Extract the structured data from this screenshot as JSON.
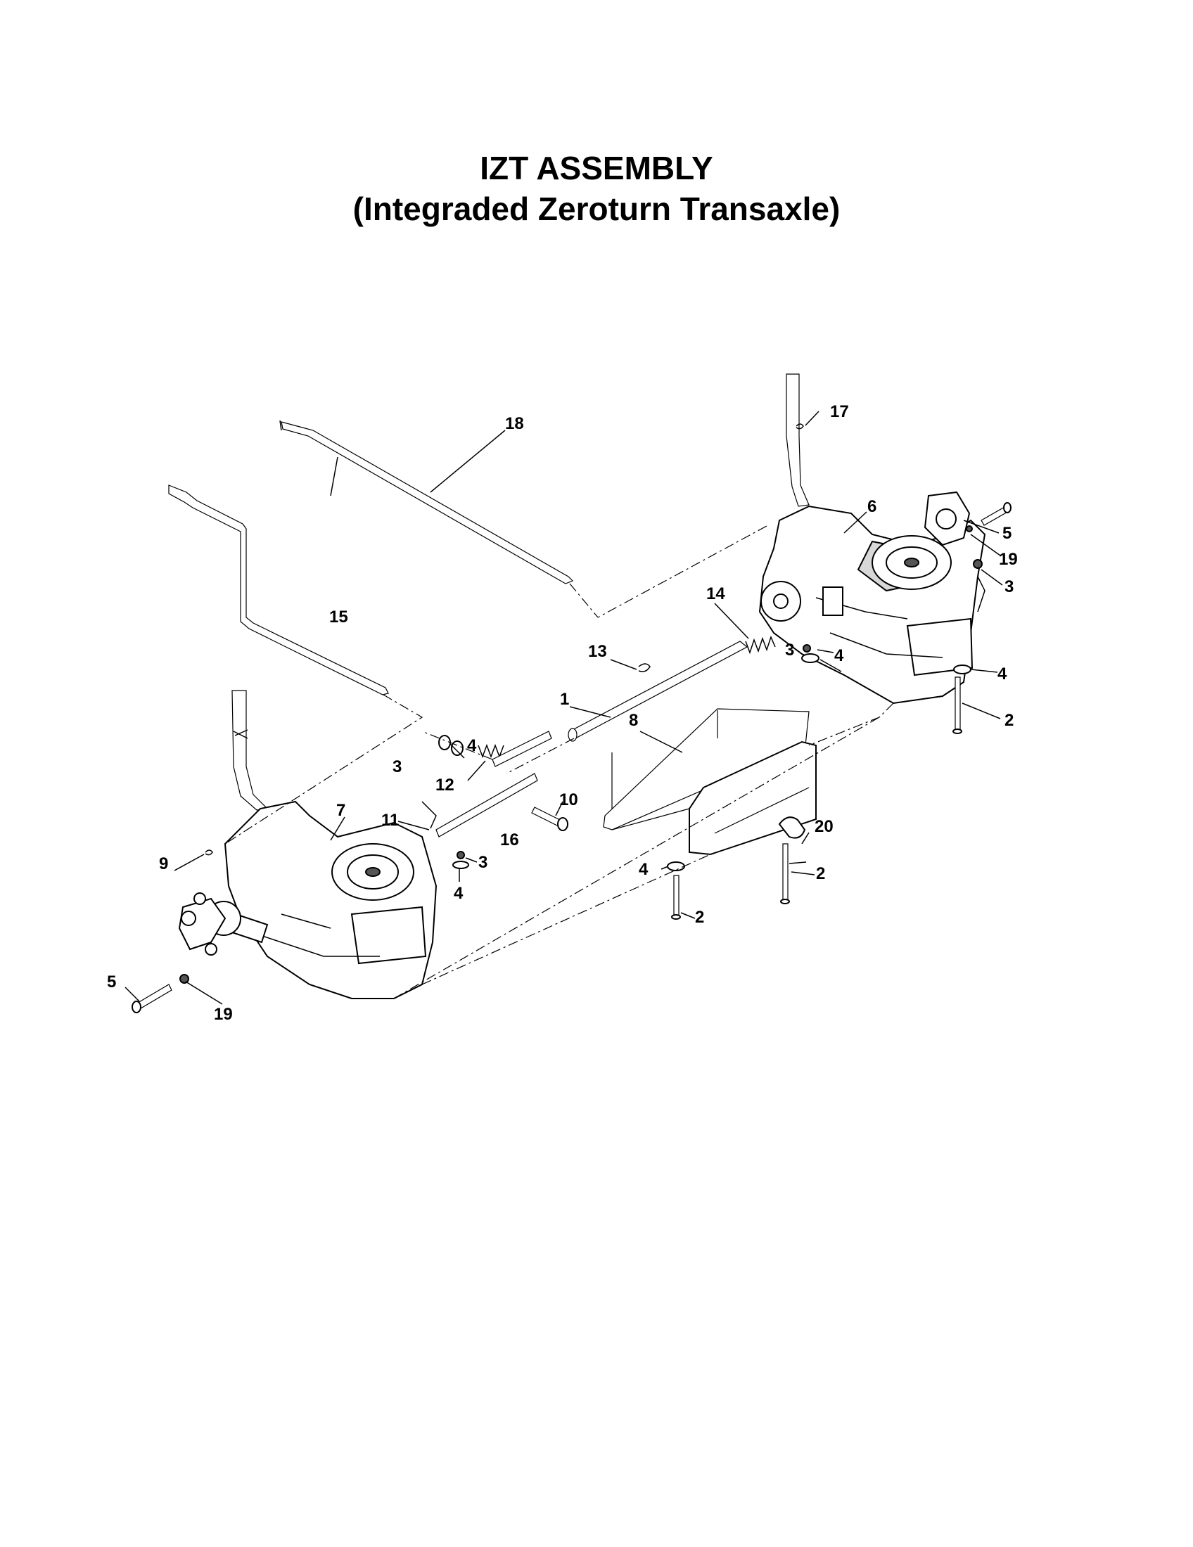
{
  "title": "IZT ASSEMBLY",
  "subtitle": "(Integraded Zeroturn Transaxle)",
  "callouts": {
    "c1": "1",
    "c2a": "2",
    "c2b": "2",
    "c2c": "2",
    "c3a": "3",
    "c3b": "3",
    "c3c": "3",
    "c3d": "3",
    "c4a": "4",
    "c4b": "4",
    "c4c": "4",
    "c4d": "4",
    "c4e": "4",
    "c5a": "5",
    "c5b": "5",
    "c6": "6",
    "c7": "7",
    "c8": "8",
    "c9": "9",
    "c10": "10",
    "c11": "11",
    "c12": "12",
    "c13": "13",
    "c14": "14",
    "c15": "15",
    "c16": "16",
    "c17": "17",
    "c18": "18",
    "c19a": "19",
    "c19b": "19",
    "c20": "20"
  }
}
